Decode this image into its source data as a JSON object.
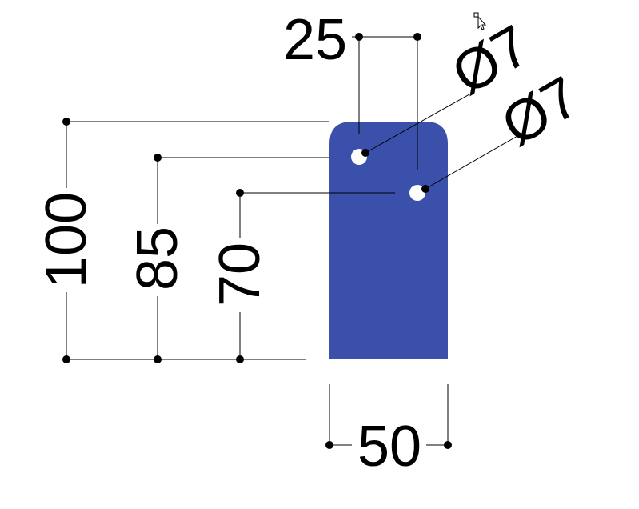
{
  "part": {
    "fill_color": "#3a50aa",
    "hole_color": "#ffffff"
  },
  "dimensions": {
    "height_overall": "100",
    "height_hole_1": "85",
    "height_hole_2": "70",
    "width_overall": "50",
    "hole_spacing": "25",
    "hole_1_diameter": "Ø7",
    "hole_2_diameter": "Ø7"
  },
  "colors": {
    "line": "#000000",
    "background": "#ffffff"
  },
  "icons": {
    "cursor": "mouse-pointer-icon"
  }
}
